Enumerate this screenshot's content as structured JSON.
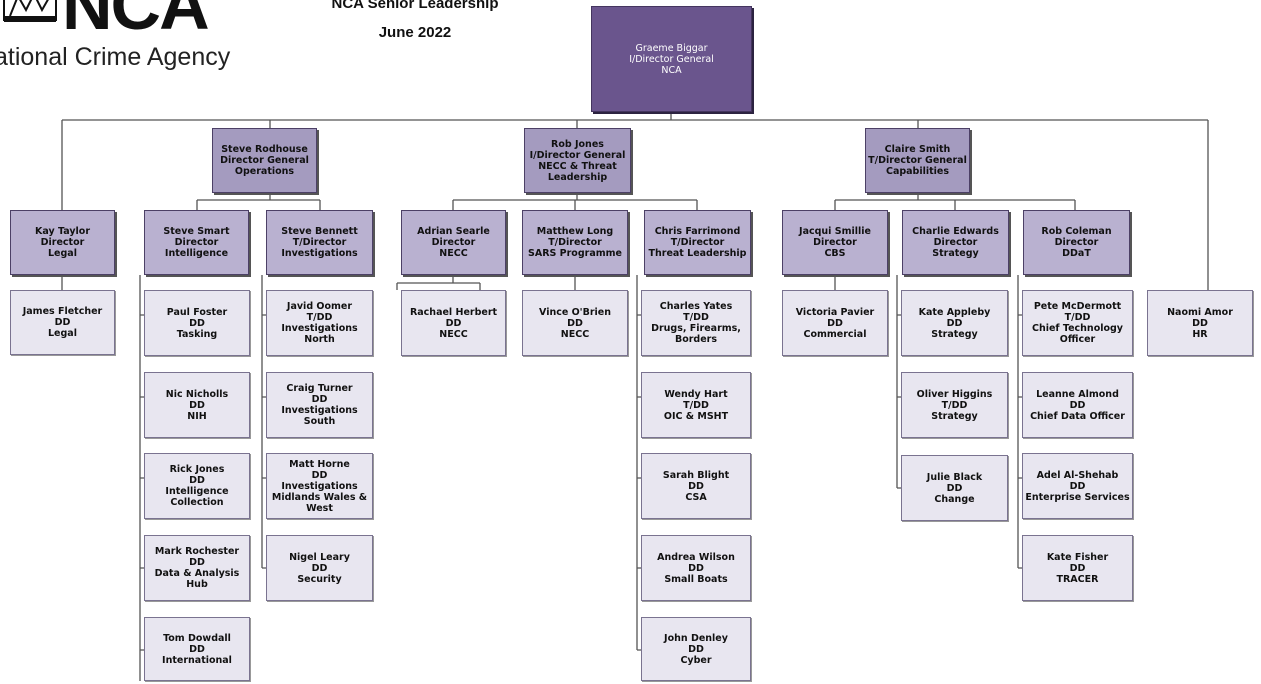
{
  "header": {
    "logo_letters": "NCA",
    "logo_subtitle": "ational Crime Agency",
    "title": "NCA Senior Leadership",
    "date": "June 2022"
  },
  "nodes": [
    {
      "lines": [
        "Graeme Biggar",
        "I/Director General",
        "NCA"
      ]
    },
    {
      "lines": [
        "Steve Rodhouse",
        "Director General",
        "Operations"
      ]
    },
    {
      "lines": [
        "Rob Jones",
        "I/Director General",
        "NECC & Threat",
        "Leadership"
      ]
    },
    {
      "lines": [
        "Claire Smith",
        "T/Director General",
        "Capabilities"
      ]
    },
    {
      "lines": [
        "Kay Taylor",
        "Director",
        "Legal"
      ]
    },
    {
      "lines": [
        "Steve Smart",
        "Director",
        "Intelligence"
      ]
    },
    {
      "lines": [
        "Steve Bennett",
        "T/Director",
        "Investigations"
      ]
    },
    {
      "lines": [
        "Adrian Searle",
        "Director",
        "NECC"
      ]
    },
    {
      "lines": [
        "Matthew Long",
        "T/Director",
        "SARS Programme"
      ]
    },
    {
      "lines": [
        "Chris Farrimond",
        "T/Director",
        "Threat Leadership"
      ]
    },
    {
      "lines": [
        "Jacqui Smillie",
        "Director",
        "CBS"
      ]
    },
    {
      "lines": [
        "Charlie Edwards",
        "Director",
        "Strategy"
      ]
    },
    {
      "lines": [
        "Rob Coleman",
        "Director",
        "DDaT"
      ]
    },
    {
      "lines": [
        "James Fletcher",
        "DD",
        "Legal"
      ]
    },
    {
      "lines": [
        "Paul Foster",
        "DD",
        "Tasking"
      ]
    },
    {
      "lines": [
        "Nic Nicholls",
        "DD",
        "NIH"
      ]
    },
    {
      "lines": [
        "Rick Jones",
        "DD",
        "Intelligence",
        "Collection"
      ]
    },
    {
      "lines": [
        "Mark Rochester",
        "DD",
        "Data & Analysis",
        "Hub"
      ]
    },
    {
      "lines": [
        "Tom Dowdall",
        "DD",
        "International"
      ]
    },
    {
      "lines": [
        "Javid Oomer",
        "T/DD",
        "Investigations",
        "North"
      ]
    },
    {
      "lines": [
        "Craig Turner",
        "DD",
        "Investigations",
        "South"
      ]
    },
    {
      "lines": [
        "Matt Horne",
        "DD",
        "Investigations",
        "Midlands Wales &",
        "West"
      ]
    },
    {
      "lines": [
        "Nigel Leary",
        "DD",
        "Security"
      ]
    },
    {
      "lines": [
        "Rachael Herbert",
        "DD",
        "NECC"
      ]
    },
    {
      "lines": [
        "Vince O'Brien",
        "DD",
        "NECC"
      ]
    },
    {
      "lines": [
        "Charles Yates",
        "T/DD",
        "Drugs, Firearms,",
        "Borders"
      ]
    },
    {
      "lines": [
        "Wendy Hart",
        "T/DD",
        "OIC & MSHT"
      ]
    },
    {
      "lines": [
        "Sarah Blight",
        "DD",
        "CSA"
      ]
    },
    {
      "lines": [
        "Andrea Wilson",
        "DD",
        "Small Boats"
      ]
    },
    {
      "lines": [
        "John Denley",
        "DD",
        "Cyber"
      ]
    },
    {
      "lines": [
        "Victoria Pavier",
        "DD",
        "Commercial"
      ]
    },
    {
      "lines": [
        "Kate Appleby",
        "DD",
        "Strategy"
      ]
    },
    {
      "lines": [
        "Oliver Higgins",
        "T/DD",
        "Strategy"
      ]
    },
    {
      "lines": [
        "Julie Black",
        "DD",
        "Change"
      ]
    },
    {
      "lines": [
        "Pete McDermott",
        "T/DD",
        "Chief Technology",
        "Officer"
      ]
    },
    {
      "lines": [
        "Leanne Almond",
        "DD",
        "Chief Data Officer"
      ]
    },
    {
      "lines": [
        "Adel Al-Shehab",
        "DD",
        "Enterprise Services"
      ]
    },
    {
      "lines": [
        "Kate Fisher",
        "DD",
        "TRACER"
      ]
    },
    {
      "lines": [
        "Naomi Amor",
        "DD",
        "HR"
      ]
    }
  ]
}
